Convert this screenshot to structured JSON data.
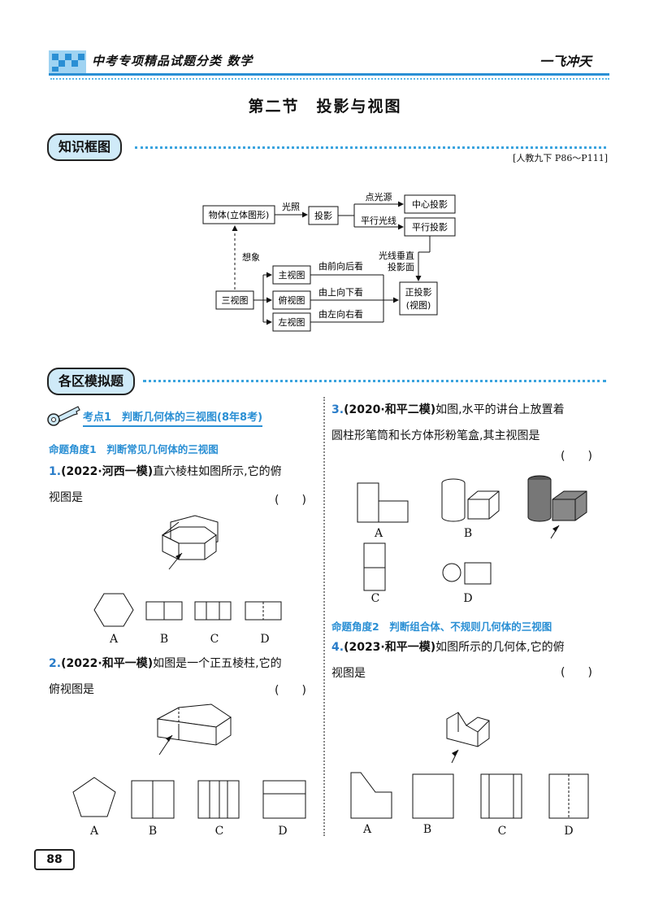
{
  "header": {
    "series_title": "中考专项精品试题分类 数学",
    "brand": "一飞冲天"
  },
  "section_title": "第二节　投影与视图",
  "knowledge": {
    "tag": "知识框图",
    "reference": "[人教九下 P86～P111]",
    "diagram": {
      "object": "物体(立体图形)",
      "light": "光照",
      "projection": "投影",
      "point_source": "点光源",
      "central": "中心投影",
      "parallel_light": "平行光线",
      "parallel": "平行投影",
      "imagine": "想象",
      "perpendicular_1": "光线垂直",
      "perpendicular_2": "投影面",
      "three_views": "三视图",
      "front_view": "主视图",
      "top_view": "俯视图",
      "left_view": "左视图",
      "front_dir": "由前向后看",
      "top_dir": "由上向下看",
      "left_dir": "由左向右看",
      "ortho_1": "正投影",
      "ortho_2": "(视图)"
    }
  },
  "practice": {
    "tag": "各区模拟题",
    "kaodian": "考点1　判断几何体的三视图(8年8考)",
    "angle1": "命题角度1　判断常见几何体的三视图",
    "angle2": "命题角度2　判断组合体、不规则几何体的三视图",
    "q1": {
      "num": "1.",
      "src": "(2022·河西一模)",
      "text1": "直六棱柱如图所示,它的俯",
      "text2": "视图是",
      "paren": "(　　)",
      "options": [
        "A",
        "B",
        "C",
        "D"
      ]
    },
    "q2": {
      "num": "2.",
      "src": "(2022·和平一模)",
      "text1": "如图是一个正五棱柱,它的",
      "text2": "俯视图是",
      "paren": "(　　)",
      "options": [
        "A",
        "B",
        "C",
        "D"
      ]
    },
    "q3": {
      "num": "3.",
      "src": "(2020·和平二模)",
      "text1": "如图,水平的讲台上放置着",
      "text2": "圆柱形笔筒和长方体形粉笔盒,其主视图是",
      "paren": "(　　)",
      "options": [
        "A",
        "B",
        "C",
        "D"
      ]
    },
    "q4": {
      "num": "4.",
      "src": "(2023·和平一模)",
      "text1": "如图所示的几何体,它的俯",
      "text2": "视图是",
      "paren": "(　　)",
      "options": [
        "A",
        "B",
        "C",
        "D"
      ]
    }
  },
  "page_number": "88",
  "colors": {
    "accent": "#2a8fd4",
    "tag_fill": "#cfeaf8"
  }
}
